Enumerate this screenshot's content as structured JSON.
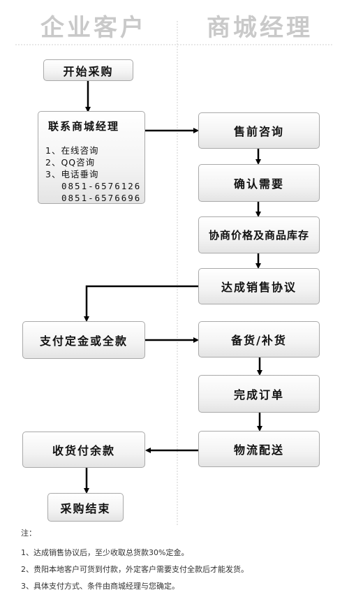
{
  "headers": {
    "left": "企业客户",
    "right": "商城经理"
  },
  "steps": {
    "start": "开始采购",
    "contact_title": "联系商城经理",
    "contact_items": [
      "1、在线咨询",
      "2、QQ咨询",
      "3、电话垂询"
    ],
    "phones": [
      "0851-6576126",
      "0851-6576696"
    ],
    "consult": "售前咨询",
    "confirm": "确认需要",
    "negotiate": "协商价格及商品库存",
    "agreement": "达成销售协议",
    "pay_deposit": "支付定金或全款",
    "stock": "备货/补货",
    "complete": "完成订单",
    "delivery": "物流配送",
    "pay_balance": "收货付余款",
    "end": "采购结束"
  },
  "notes": {
    "label": "注：",
    "items": [
      "1、达成销售协议后，至少收取总货款30%定金。",
      "2、贵阳本地客户可货到付款，外定客户需要支付全款后才能发货。",
      "3、具体支付方式、条件由商城经理与您确定。"
    ]
  }
}
